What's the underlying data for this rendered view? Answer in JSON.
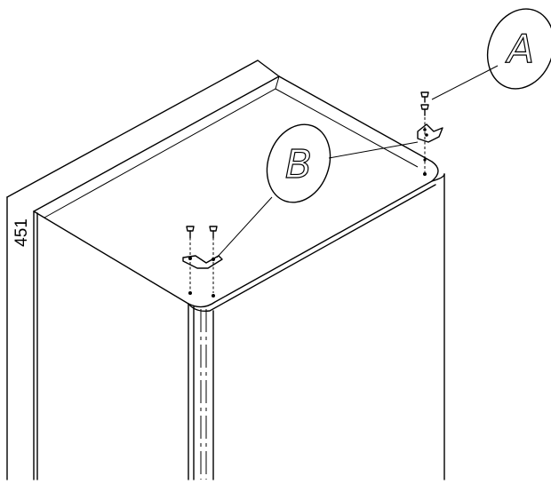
{
  "diagram": {
    "callouts": [
      {
        "id": "A",
        "label": "A"
      },
      {
        "id": "B",
        "label": "B"
      }
    ],
    "side_label": "451"
  }
}
